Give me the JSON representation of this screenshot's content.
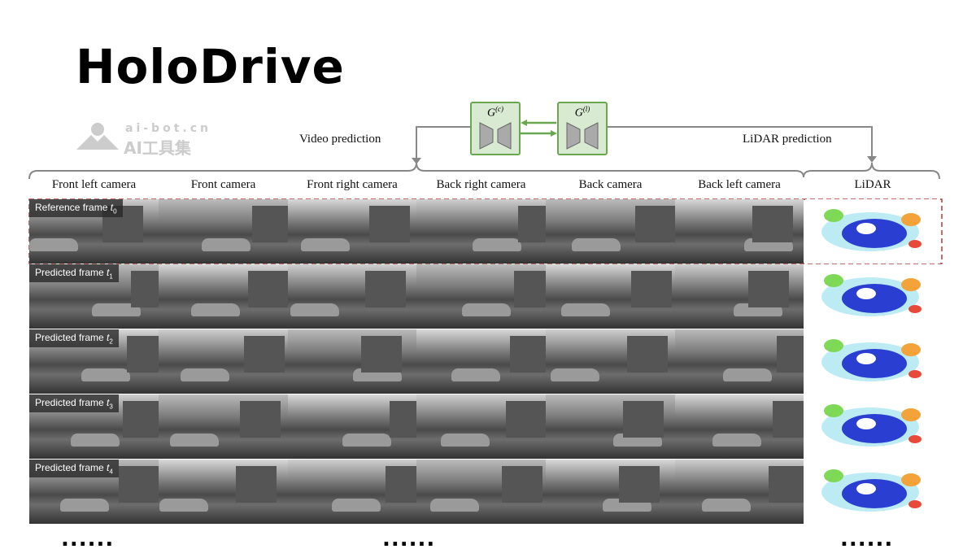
{
  "title": "HoloDrive",
  "watermark": {
    "line1": "ai-bot.cn",
    "line2": "AI工具集"
  },
  "diagram": {
    "video_prediction": "Video prediction",
    "lidar_prediction": "LiDAR prediction",
    "camera_generator": "G",
    "camera_sup": "(c)",
    "lidar_generator": "G",
    "lidar_sup": "(l)"
  },
  "columns": [
    "Front left camera",
    "Front camera",
    "Front right camera",
    "Back right camera",
    "Back camera",
    "Back left camera",
    "LiDAR"
  ],
  "rows": [
    {
      "label": "Reference frame ",
      "sub": "0"
    },
    {
      "label": "Predicted frame ",
      "sub": "1"
    },
    {
      "label": "Predicted frame ",
      "sub": "2"
    },
    {
      "label": "Predicted frame ",
      "sub": "3"
    },
    {
      "label": "Predicted frame ",
      "sub": "4"
    }
  ],
  "ellipsis": "......",
  "colors": {
    "green": "#6aa84f",
    "dashed_red": "#b03a3a",
    "gray_line": "#888888"
  }
}
